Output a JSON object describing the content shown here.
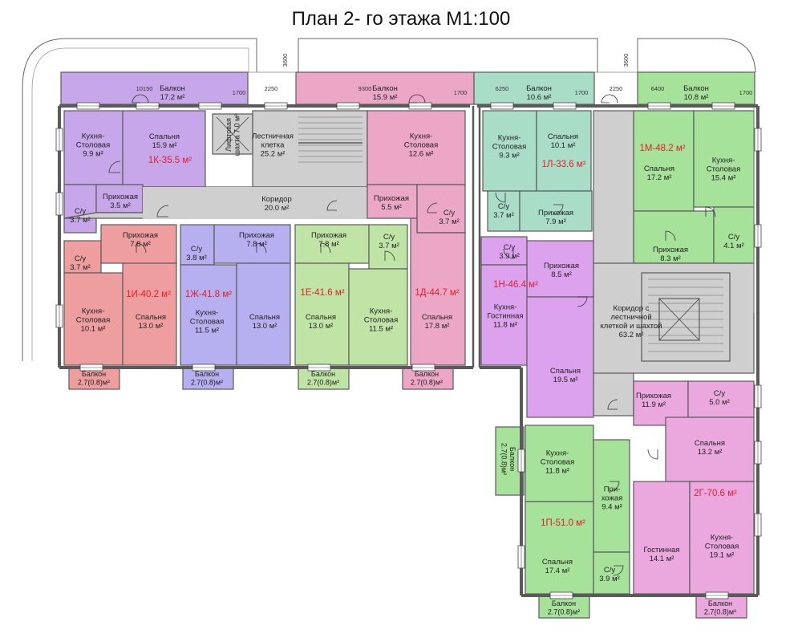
{
  "title": "План 2- го этажа М1:100",
  "colors": {
    "purple": "#c7a6ea",
    "pink": "#eda7c6",
    "salmon": "#ee9e9f",
    "violet": "#b6aff0",
    "green": "#bfe4a6",
    "teal": "#a9ddc8",
    "brightGreen": "#a6e29a",
    "lavender": "#dda2ee",
    "mauve": "#eaa8de",
    "gray": "#cfcfcf",
    "wall": "#5a5a5a",
    "apartmentLabel": "#e0202a"
  },
  "dimensions": {
    "d10150": "10150",
    "d1700a": "1700",
    "d2250a": "2250",
    "d3600a": "3600",
    "d9300": "9300",
    "d1700b": "1700",
    "d6250": "6250",
    "d1700c": "1700",
    "d2250b": "2250",
    "d3600b": "3600",
    "d6400": "6400",
    "d1700d": "1700"
  },
  "apartments": {
    "k": "1К-35.5 м²",
    "i": "1И-40.2 м²",
    "zh": "1Ж-41.8 м²",
    "e": "1Е-41.6 м²",
    "d": "1Д-44.7 м²",
    "l": "1Л-33.6 м²",
    "m": "1М-48.2 м²",
    "n": "1Н-46.4 м²",
    "p": "1П-51.0 м²",
    "g": "2Г-70.6 м²"
  },
  "rooms": {
    "balcon_top1": [
      "Балкон",
      "17.2 м²"
    ],
    "balcon_top2": [
      "Балкон",
      "15.9 м²"
    ],
    "balcon_top3": [
      "Балкон",
      "10.6 м²"
    ],
    "balcon_top4": [
      "Балкон",
      "10.8 м²"
    ],
    "k_kitchen": [
      "Кухня-",
      "Столовая",
      "9.9 м²"
    ],
    "k_bedroom": [
      "Спальня",
      "15.9 м²"
    ],
    "k_bath": [
      "С/у",
      "3.7 м²"
    ],
    "k_hall": [
      "Прихожая",
      "3.5 м²"
    ],
    "lift": [
      "Лифтовая",
      "шахта 7.0 м²"
    ],
    "stair_top": [
      "Лестничная",
      "клетка",
      "25.2 м²"
    ],
    "corridor_top": [
      "Коридор",
      "20.0 м²"
    ],
    "d_kitchen": [
      "Кухня-",
      "Столовая",
      "12.6 м²"
    ],
    "d_hall": [
      "Прихожая",
      "5.5 м²"
    ],
    "d_bath": [
      "С/у",
      "3.7 м²"
    ],
    "d_bedroom": [
      "Спальня",
      "17.8 м²"
    ],
    "i_bath": [
      "С/у",
      "3.7 м²"
    ],
    "i_hall": [
      "Прихожая",
      "7.8 м²"
    ],
    "i_kitchen": [
      "Кухня-",
      "Столовая",
      "10.1 м²"
    ],
    "i_bedroom": [
      "Спальня",
      "13.0 м²"
    ],
    "zh_bath": [
      "С/у",
      "3.8 м²"
    ],
    "zh_hall": [
      "Прихожая",
      "7.8 м²"
    ],
    "zh_kitchen": [
      "Кухня-",
      "Столовая",
      "11.5 м²"
    ],
    "zh_bedroom": [
      "Спальня",
      "13.0 м²"
    ],
    "e_hall": [
      "Прихожая",
      "7.8 м²"
    ],
    "e_bath": [
      "С/у",
      "3.7 м²"
    ],
    "e_bedroom": [
      "Спальня",
      "13.0 м²"
    ],
    "e_kitchen": [
      "Кухня-",
      "Столовая",
      "11.5 м²"
    ],
    "balc_i": [
      "Балкон",
      "2.7(0.8)м²"
    ],
    "balc_zh": [
      "Балкон",
      "2.7(0.8)м²"
    ],
    "balc_e": [
      "Балкон",
      "2.7(0.8)м²"
    ],
    "balc_d": [
      "Балкон",
      "2.7(0.8)м²"
    ],
    "l_kitchen": [
      "Кухня-",
      "Столовая",
      "9.3 м²"
    ],
    "l_bedroom": [
      "Спальня",
      "10.1 м²"
    ],
    "l_bath": [
      "С/у",
      "3.7 м²"
    ],
    "l_hall": [
      "Прихожая",
      "7.9 м²"
    ],
    "m_bedroom": [
      "Спальня",
      "17.2 м²"
    ],
    "m_kitchen": [
      "Кухня-",
      "Столовая",
      "15.4 м²"
    ],
    "m_hall": [
      "Прихожая",
      "8.3 м²"
    ],
    "m_bath": [
      "С/у",
      "4.1 м²"
    ],
    "n_bath": [
      "С/у",
      "3.9 м²"
    ],
    "n_hall": [
      "Прихожая",
      "8.5 м²"
    ],
    "n_living": [
      "Кухня-",
      "Гостинная",
      "11.8 м²"
    ],
    "n_bedroom": [
      "Спальня",
      "19.5 м²"
    ],
    "corridor_right": [
      "Коридор с",
      "лестничной",
      "клеткой и шахтой",
      "63.2 м²"
    ],
    "g_hall": [
      "Прихожая",
      "11.9 м²"
    ],
    "g_bath": [
      "С/у",
      "5.0 м²"
    ],
    "g_bedroom": [
      "Спальня",
      "13.2 м²"
    ],
    "g_living": [
      "Гостинная",
      "14.1 м²"
    ],
    "g_kitchen": [
      "Кухня-",
      "Столовая",
      "19.1 м²"
    ],
    "balc_g": [
      "Балкон",
      "2.7(0.8)м²"
    ],
    "p_kitchen": [
      "Кухня-",
      "Столовая",
      "11.8 м²"
    ],
    "p_hall": [
      "При-",
      "хожая",
      "9.4 м²"
    ],
    "p_bedroom": [
      "Спальня",
      "17.4 м²"
    ],
    "p_bath": [
      "С/у",
      "3.9 м²"
    ],
    "balc_p": [
      "Балкон",
      "2.7(0.8)м²"
    ],
    "balc_p_side": [
      "Балкон",
      "2.7(0.8)м²"
    ]
  }
}
